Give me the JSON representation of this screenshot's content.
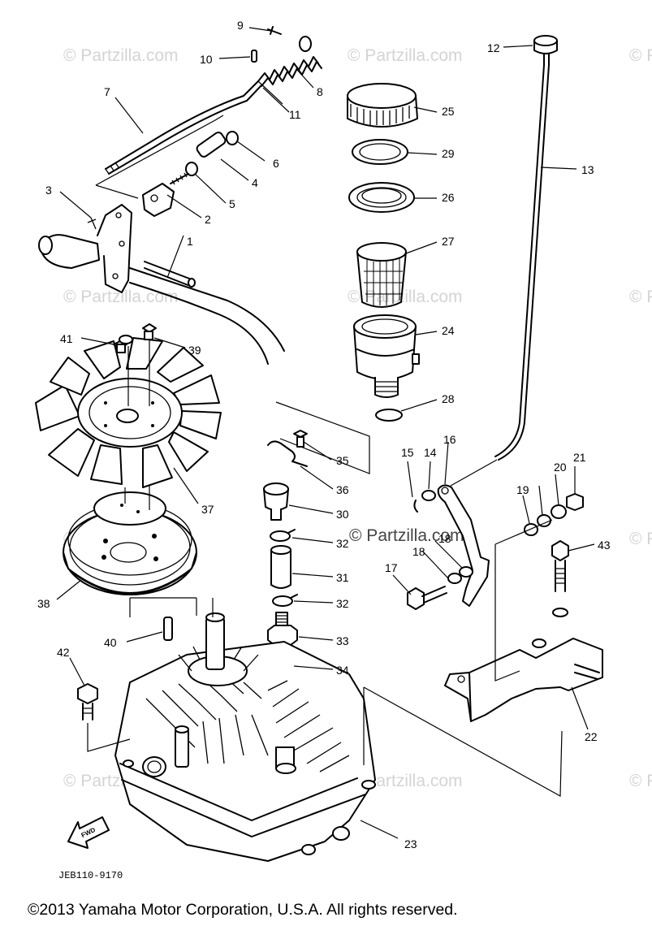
{
  "watermark": {
    "text": "© Partzilla.com"
  },
  "diagram_code": "JEB110-9170",
  "fwd_label": "FWD",
  "copyright": "©2013  Yamaha Motor Corporation, U.S.A. All rights reserved.",
  "callouts": [
    {
      "id": "1",
      "label": "1"
    },
    {
      "id": "2",
      "label": "2"
    },
    {
      "id": "3",
      "label": "3"
    },
    {
      "id": "4",
      "label": "4"
    },
    {
      "id": "5",
      "label": "5"
    },
    {
      "id": "6",
      "label": "6"
    },
    {
      "id": "7",
      "label": "7"
    },
    {
      "id": "8",
      "label": "8"
    },
    {
      "id": "9",
      "label": "9"
    },
    {
      "id": "10",
      "label": "10"
    },
    {
      "id": "11",
      "label": "11"
    },
    {
      "id": "12",
      "label": "12"
    },
    {
      "id": "13",
      "label": "13"
    },
    {
      "id": "14",
      "label": "14"
    },
    {
      "id": "15",
      "label": "15"
    },
    {
      "id": "16",
      "label": "16"
    },
    {
      "id": "17",
      "label": "17"
    },
    {
      "id": "18a",
      "label": "18"
    },
    {
      "id": "18b",
      "label": "18"
    },
    {
      "id": "19",
      "label": "19"
    },
    {
      "id": "20",
      "label": "20"
    },
    {
      "id": "21",
      "label": "21"
    },
    {
      "id": "22",
      "label": "22"
    },
    {
      "id": "23",
      "label": "23"
    },
    {
      "id": "24",
      "label": "24"
    },
    {
      "id": "25",
      "label": "25"
    },
    {
      "id": "26",
      "label": "26"
    },
    {
      "id": "27",
      "label": "27"
    },
    {
      "id": "28",
      "label": "28"
    },
    {
      "id": "29",
      "label": "29"
    },
    {
      "id": "30",
      "label": "30"
    },
    {
      "id": "31",
      "label": "31"
    },
    {
      "id": "32a",
      "label": "32"
    },
    {
      "id": "32b",
      "label": "32"
    },
    {
      "id": "33",
      "label": "33"
    },
    {
      "id": "34",
      "label": "34"
    },
    {
      "id": "35",
      "label": "35"
    },
    {
      "id": "36",
      "label": "36"
    },
    {
      "id": "37",
      "label": "37"
    },
    {
      "id": "38",
      "label": "38"
    },
    {
      "id": "39",
      "label": "39"
    },
    {
      "id": "40",
      "label": "40"
    },
    {
      "id": "41",
      "label": "41"
    },
    {
      "id": "42",
      "label": "42"
    },
    {
      "id": "43",
      "label": "43"
    }
  ]
}
